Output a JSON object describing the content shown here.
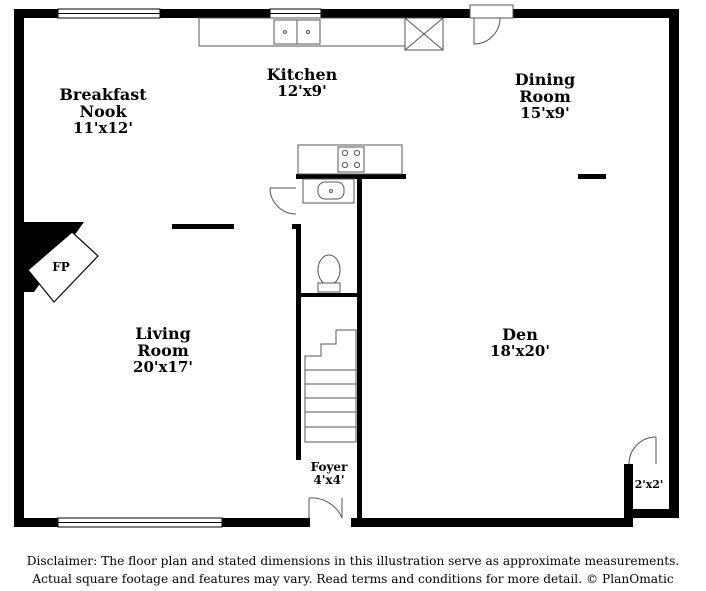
{
  "rooms": {
    "kitchen": {
      "name": "Kitchen",
      "dims": "12'x9'"
    },
    "breakfast_nook": {
      "name_line1": "Breakfast",
      "name_line2": "Nook",
      "dims": "11'x12'"
    },
    "dining_room": {
      "name_line1": "Dining",
      "name_line2": "Room",
      "dims": "15'x9'"
    },
    "living_room": {
      "name_line1": "Living",
      "name_line2": "Room",
      "dims": "20'x17'"
    },
    "den": {
      "name": "Den",
      "dims": "18'x20'"
    },
    "foyer": {
      "name": "Foyer",
      "dims": "4'x4'"
    },
    "closet": {
      "dims": "2'x2'"
    },
    "fireplace": {
      "label": "FP"
    }
  },
  "disclaimer": {
    "line1": "Disclaimer: The floor plan and stated dimensions in this illustration serve as approximate measurements.",
    "line2": "Actual square footage and features may vary. Read terms and conditions for more detail. © PlanOmatic"
  },
  "colors": {
    "wall": "#000000",
    "fixture_stroke": "#555555",
    "background": "#ffffff"
  }
}
